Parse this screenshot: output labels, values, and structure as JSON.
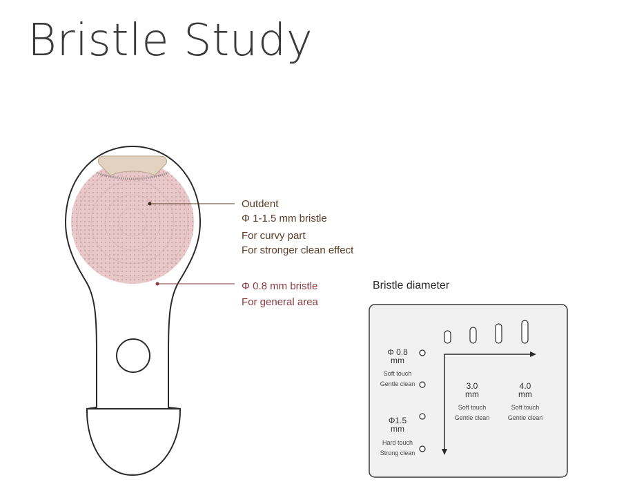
{
  "title": "Bristle Study",
  "callouts": {
    "outdent": {
      "line1": "Outdent",
      "line2": "Φ 1-1.5 mm bristle",
      "line3": "For curvy part",
      "line4": "For stronger clean effect"
    },
    "standard": {
      "line1": "Φ 0.8 mm bristle",
      "line2": "For general area"
    }
  },
  "panel": {
    "title": "Bristle diameter",
    "rows": [
      {
        "value": "Φ 0.8",
        "unit": "mm",
        "note1": "Soft touch",
        "note2": "Gentle clean"
      },
      {
        "value": "Φ1.5",
        "unit": "mm",
        "note1": "Hard touch",
        "note2": "Strong clean"
      }
    ],
    "cols": [
      {
        "value": "3.0",
        "unit": "mm",
        "note1": "Soft touch",
        "note2": "Gentle clean"
      },
      {
        "value": "4.0",
        "unit": "mm",
        "note1": "Soft touch",
        "note2": "Gentle clean"
      }
    ]
  },
  "colors": {
    "brush_head": "#e8c8c8",
    "bristle_dots": "#b9878b",
    "pad": "#e2d2bf",
    "callout_brown": "#5a3b26",
    "callout_maroon": "#8a3a3f",
    "panel_bg": "#f1f1f1"
  }
}
